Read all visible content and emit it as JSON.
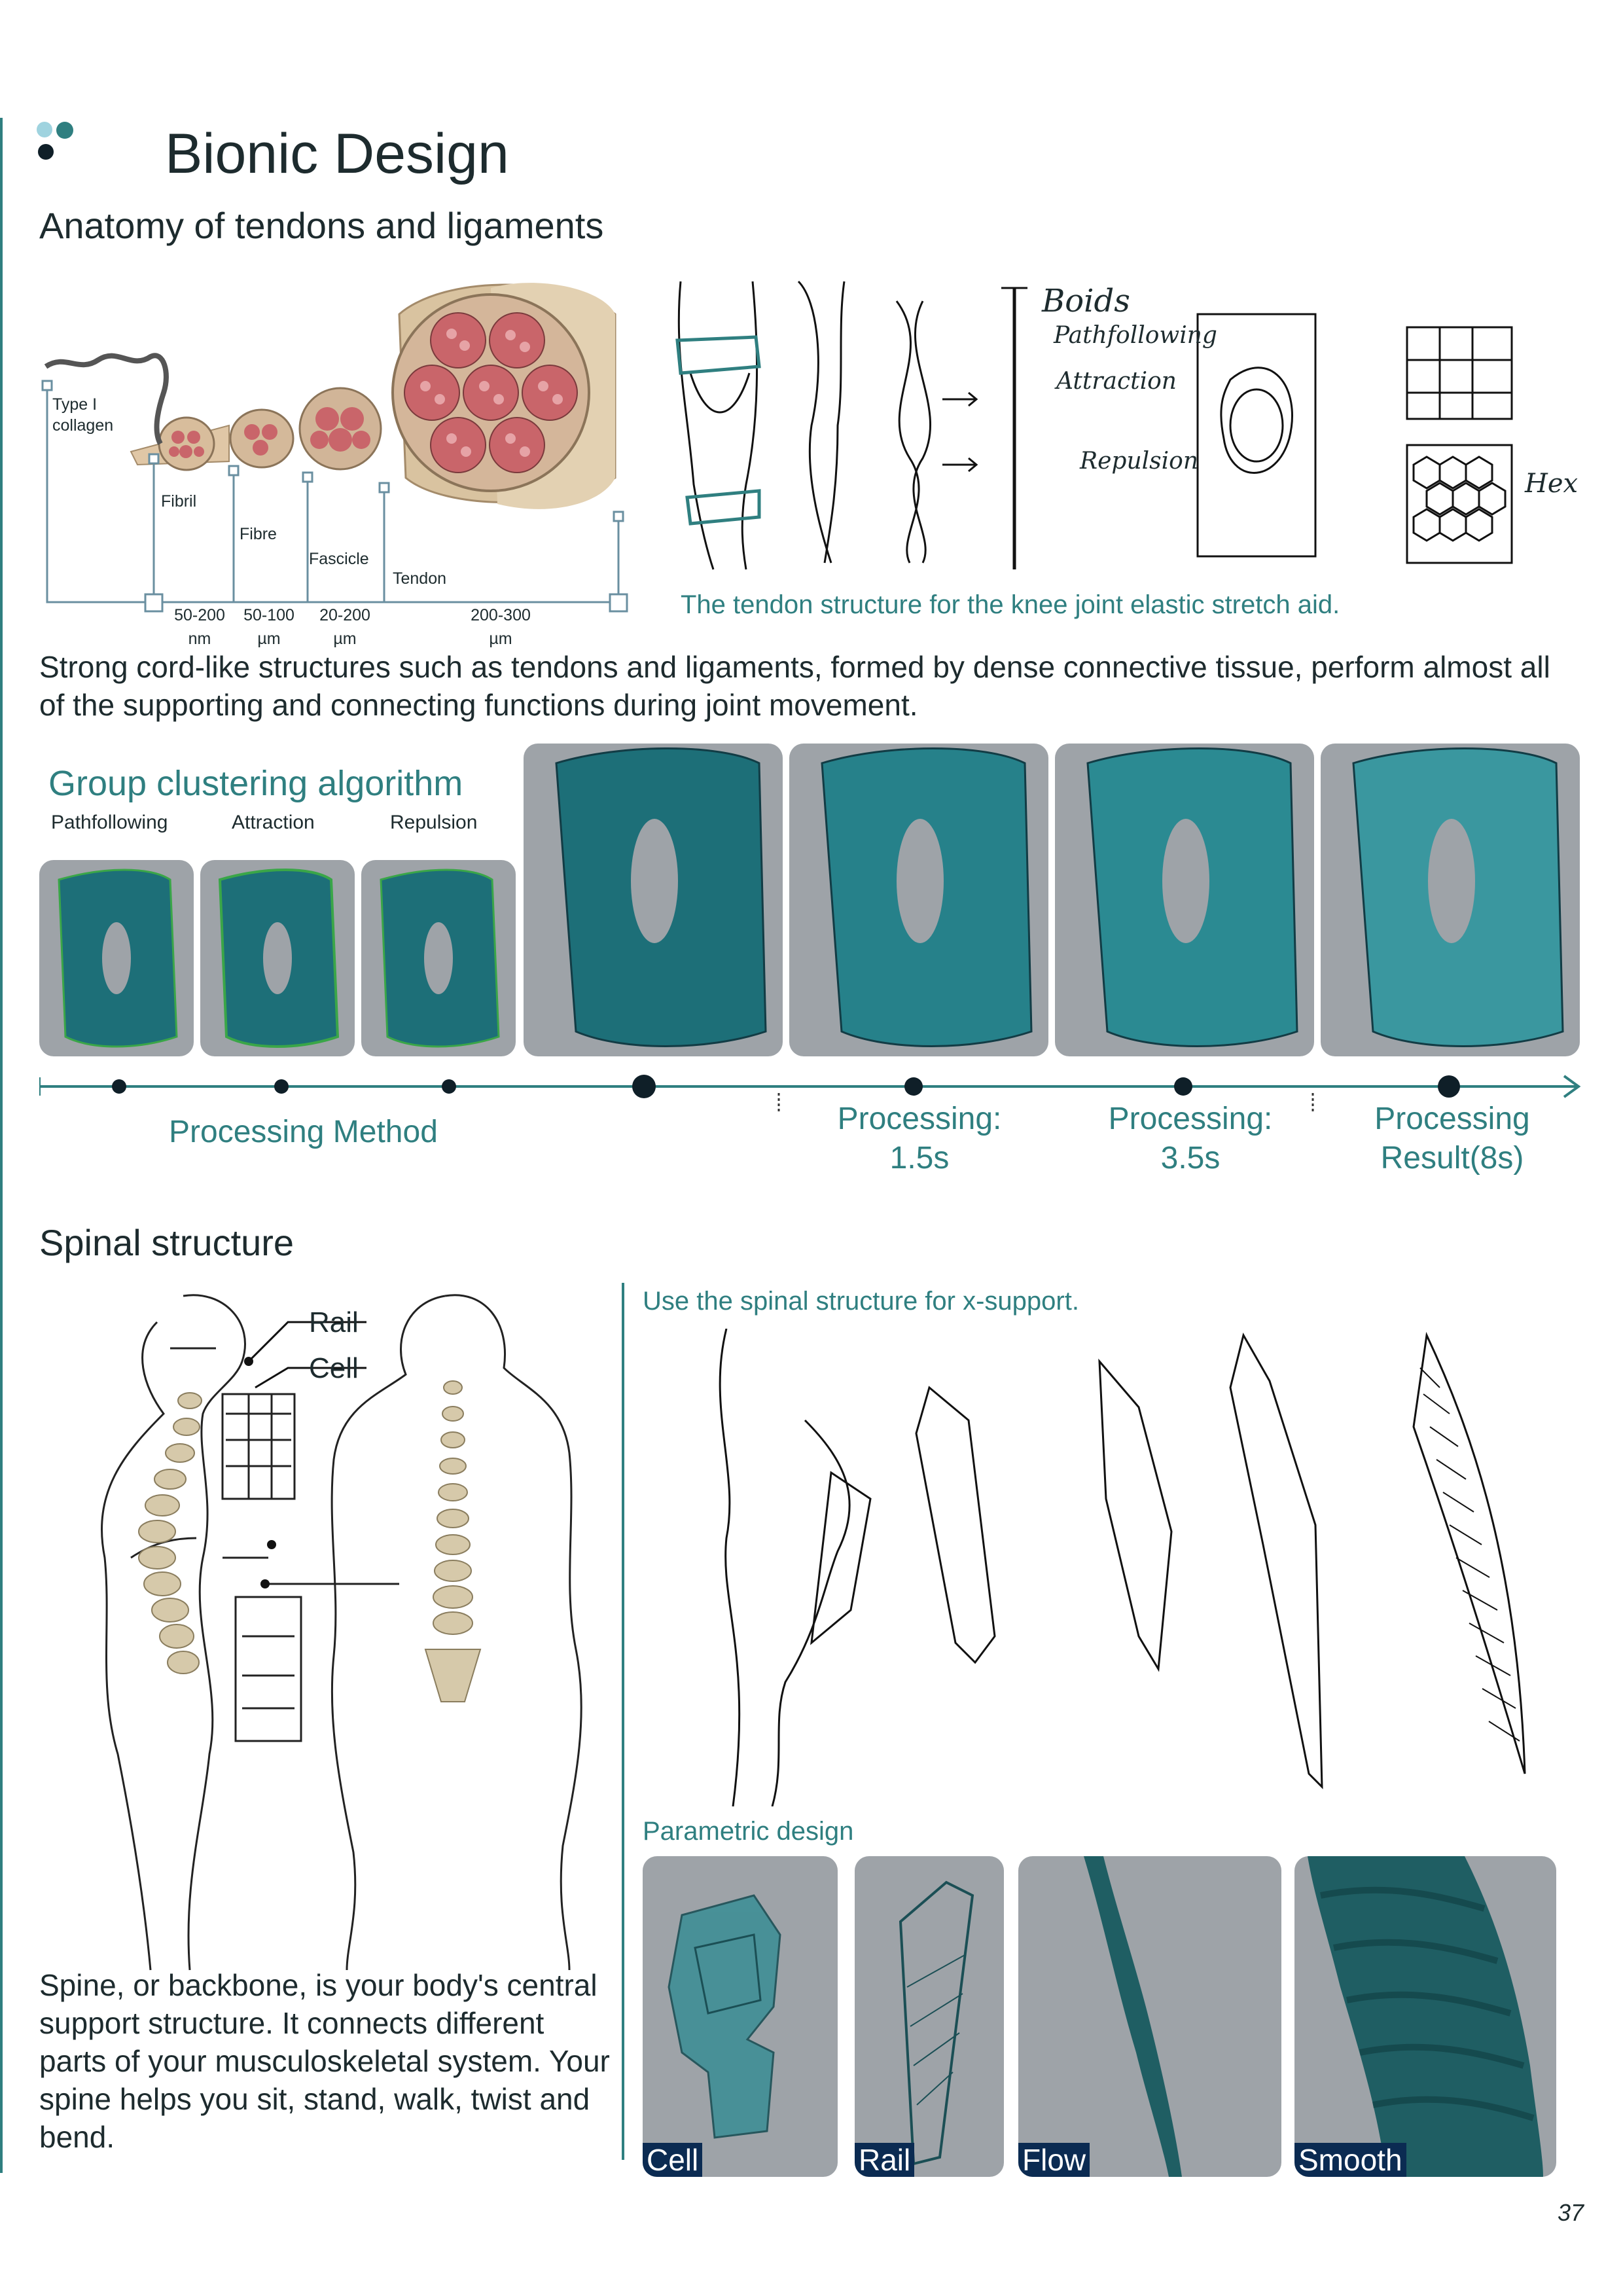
{
  "page": {
    "title": "Bionic Design",
    "page_number": "37"
  },
  "tendons": {
    "heading": "Anatomy of tendons and ligaments",
    "diagram_labels": [
      "Type I collagen",
      "Fibril",
      "Fibre",
      "Fascicle",
      "Tendon"
    ],
    "scale_labels": [
      "50-200 nm",
      "50-100 µm",
      "20-200 µm",
      "200-300 µm"
    ],
    "sketch_words": [
      "Boids",
      "Pathfollowing",
      "Attraction",
      "Repulsion",
      "Hex"
    ],
    "sketch_caption": "The tendon structure for the knee joint elastic stretch aid.",
    "description": "Strong cord-like structures such as tendons and ligaments, formed by dense connective tissue, perform almost all of the supporting and connecting functions during joint movement."
  },
  "algorithm": {
    "heading": "Group clustering algorithm",
    "methods": [
      "Pathfollowing",
      "Attraction",
      "Repulsion"
    ],
    "timeline": {
      "method_label": "Processing Method",
      "steps": [
        "Processing:\n1.5s",
        "Processing:\n3.5s",
        "Processing\nResult(8s)"
      ]
    }
  },
  "spine": {
    "heading": "Spinal structure",
    "callouts": [
      "Rail",
      "Cell"
    ],
    "description": "Spine, or backbone, is your body's central support structure. It connects different parts of your musculoskeletal system. Your spine helps you sit, stand, walk, twist and bend.",
    "xsupport_caption": "Use the spinal structure for x-support.",
    "parametric_heading": "Parametric design",
    "parametric_panels": [
      "Cell",
      "Rail",
      "Flow",
      "Smooth"
    ]
  },
  "colors": {
    "teal": "#2f7f80",
    "dark": "#0f1f28",
    "panel_grey": "#9ea3a8",
    "chip_navy": "#0b2b52"
  }
}
